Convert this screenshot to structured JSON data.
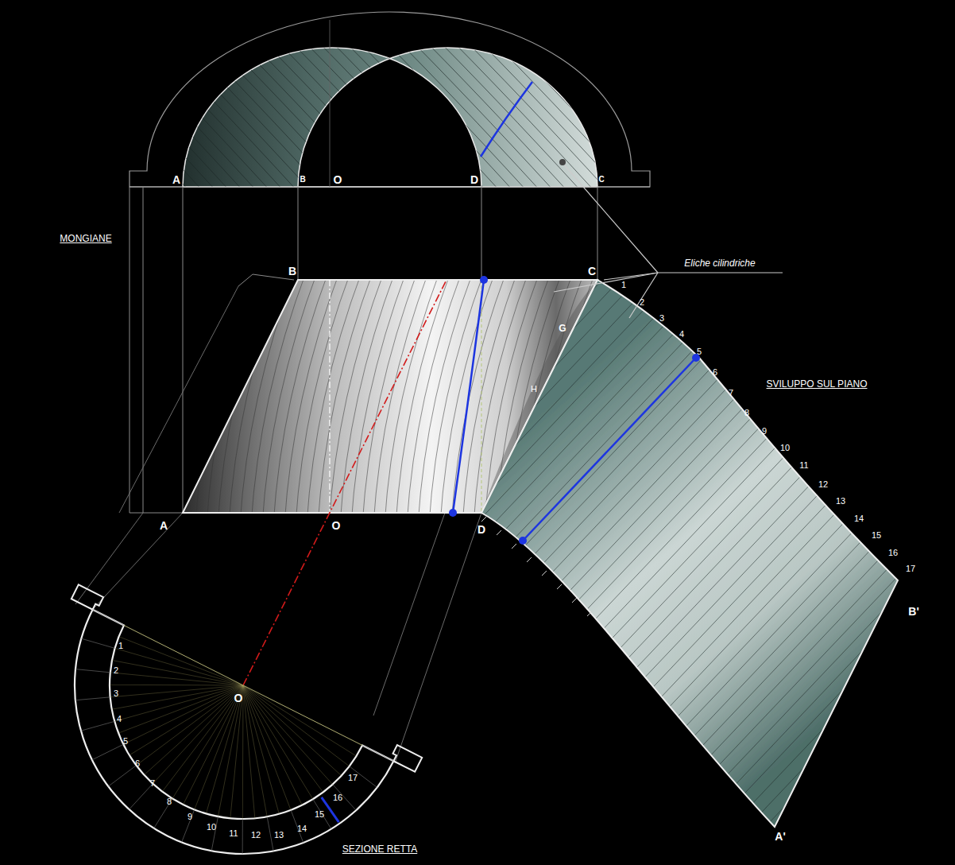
{
  "diagram": {
    "labels": [
      "A",
      "B",
      "O",
      "D",
      "C",
      "MONGIANE",
      "B",
      "C",
      "Eliche cilindriche",
      "G",
      "H",
      "SVILUPPO SUL PIANO",
      "A",
      "O",
      "D",
      "1",
      "2",
      "3",
      "4",
      "5",
      "6",
      "7",
      "8",
      "9",
      "10",
      "11",
      "12",
      "13",
      "14",
      "15",
      "16",
      "17",
      "B'",
      "A'",
      "O",
      "1",
      "2",
      "3",
      "4",
      "5",
      "6",
      "7",
      "8",
      "9",
      "10",
      "11",
      "12",
      "13",
      "14",
      "15",
      "16",
      "17",
      "SEZIONE RETTA"
    ]
  }
}
